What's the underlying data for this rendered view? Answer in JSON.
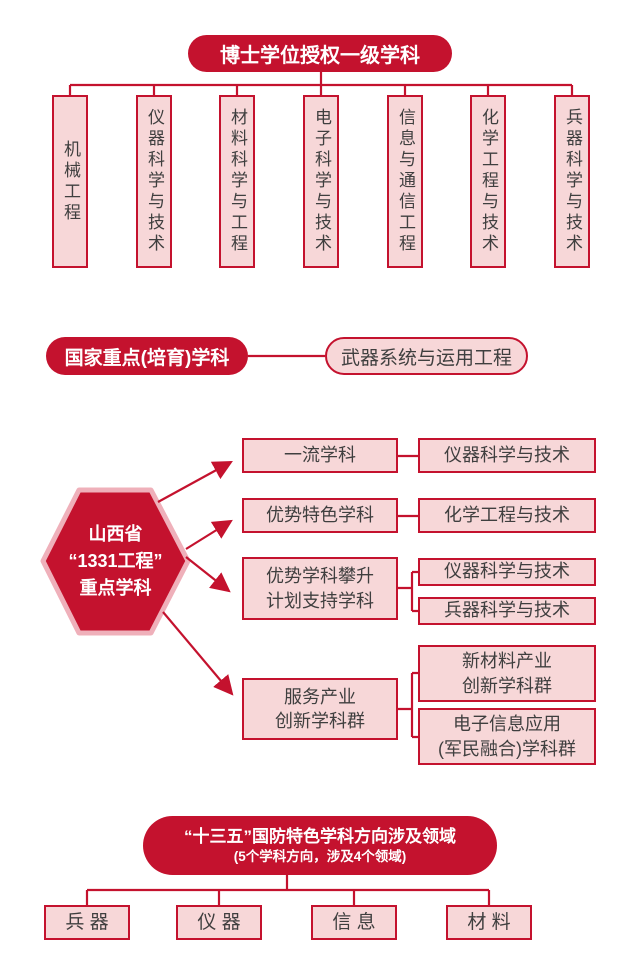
{
  "colors": {
    "accent_red": "#c4122e",
    "panel_pink": "#f7d7d8",
    "hex_outline_pink": "#efb0ba",
    "text_dark": "#3f3f3f"
  },
  "doctoral": {
    "header": "博士学位授权一级学科",
    "items": [
      "机械工程",
      "仪器科学与技术",
      "材料科学与工程",
      "电子科学与技术",
      "信息与通信工程",
      "化学工程与技术",
      "兵器科学与技术"
    ]
  },
  "national_key": {
    "label": "国家重点(培育)学科",
    "target": "武器系统与运用工程"
  },
  "project_1331": {
    "hexagon": {
      "line1": "山西省",
      "line2": "“1331工程”",
      "line3": "重点学科"
    },
    "rows": [
      {
        "category": "一流学科",
        "targets": [
          "仪器科学与技术"
        ]
      },
      {
        "category": "优势特色学科",
        "targets": [
          "化学工程与技术"
        ]
      },
      {
        "category": "优势学科攀升\n计划支持学科",
        "targets": [
          "仪器科学与技术",
          "兵器科学与技术"
        ]
      },
      {
        "category": "服务产业\n创新学科群",
        "targets": [
          "新材料产业\n创新学科群",
          "电子信息应用\n(军民融合)学科群"
        ]
      }
    ]
  },
  "defense": {
    "title": "“十三五”国防特色学科方向涉及领域",
    "subtitle": "(5个学科方向，涉及4个领域)",
    "fields": [
      "兵 器",
      "仪 器",
      "信 息",
      "材 料"
    ]
  }
}
